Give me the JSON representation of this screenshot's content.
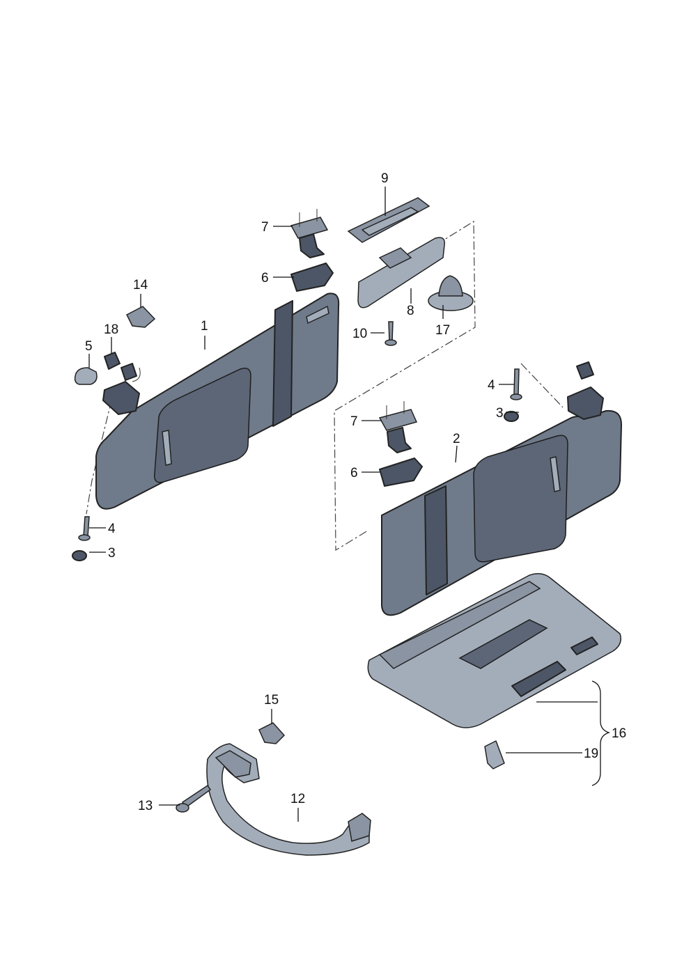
{
  "callouts": {
    "c1": "1",
    "c2": "2",
    "c3a": "3",
    "c3b": "3",
    "c4a": "4",
    "c4b": "4",
    "c5": "5",
    "c6a": "6",
    "c6b": "6",
    "c7a": "7",
    "c7b": "7",
    "c8": "8",
    "c9": "9",
    "c10": "10",
    "c12": "12",
    "c13": "13",
    "c14": "14",
    "c15": "15",
    "c16": "16",
    "c17": "17",
    "c18": "18",
    "c19": "19"
  }
}
